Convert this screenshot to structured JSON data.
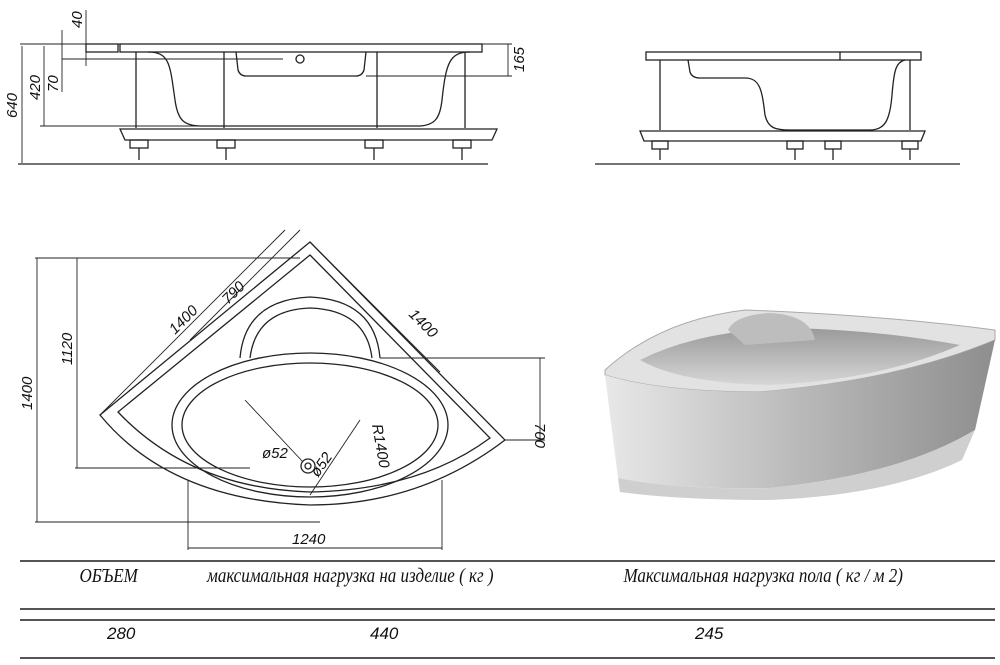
{
  "drawing": {
    "side_view_dims": {
      "overall_height": "640",
      "tub_depth": "420",
      "overflow_offset": "70",
      "rim_thickness": "40",
      "rim_to_panel": "165"
    },
    "plan_dims": {
      "side_a": "1400",
      "side_b": "1400",
      "diag_depth": "790",
      "height_left": "1400",
      "inner_depth": "1120",
      "right_depth": "700",
      "width": "1240",
      "radius": "R1400",
      "drain_a": "ø52",
      "drain_b": "ø52"
    }
  },
  "table": {
    "headers": [
      "ОБЪЕМ",
      "максимальная нагрузка на изделие ( кг )",
      "Максимальная нагрузка пола ( кг / м 2)"
    ],
    "values": [
      "280",
      "440",
      "245"
    ]
  }
}
